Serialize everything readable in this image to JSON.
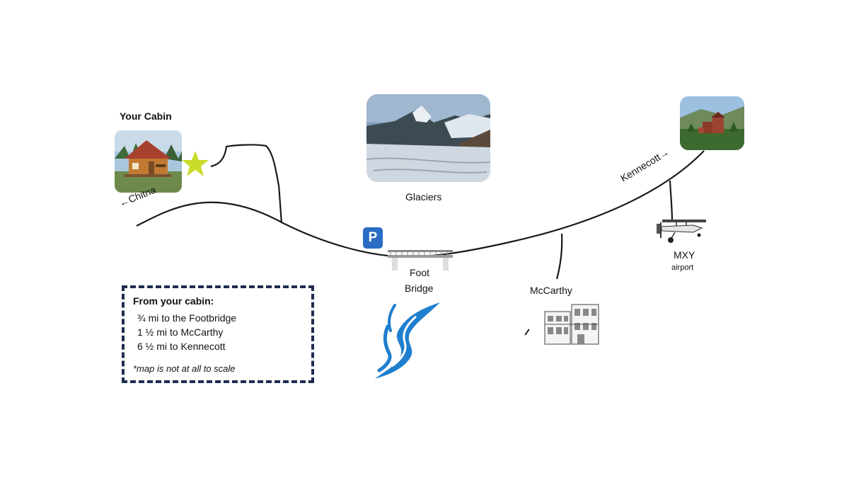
{
  "map": {
    "cabin": {
      "title": "Your Cabin"
    },
    "direction_chitna": "←Chitna",
    "direction_kennecott": "Kennecott→",
    "glaciers_label": "Glaciers",
    "footbridge_label_line1": "Foot",
    "footbridge_label_line2": "Bridge",
    "mccarthy_label": "McCarthy",
    "airport": {
      "code": "MXY",
      "label": "airport"
    },
    "parking_symbol": "P"
  },
  "info_box": {
    "heading": "From your cabin:",
    "distances": [
      "¾ mi to the Footbridge",
      "1 ½ mi to McCarthy",
      "6 ½ mi to Kennecott"
    ],
    "note": "*map is not at all to scale"
  },
  "colors": {
    "road": "#1a1a1a",
    "star": "#c9dc2b",
    "parking": "#2b6cc4",
    "river": "#1f7fcf",
    "box_border": "#1e2d4f"
  },
  "icons": [
    "star-icon",
    "parking-icon",
    "airplane-icon",
    "river-icon",
    "town-buildings-icon",
    "footbridge-icon"
  ]
}
